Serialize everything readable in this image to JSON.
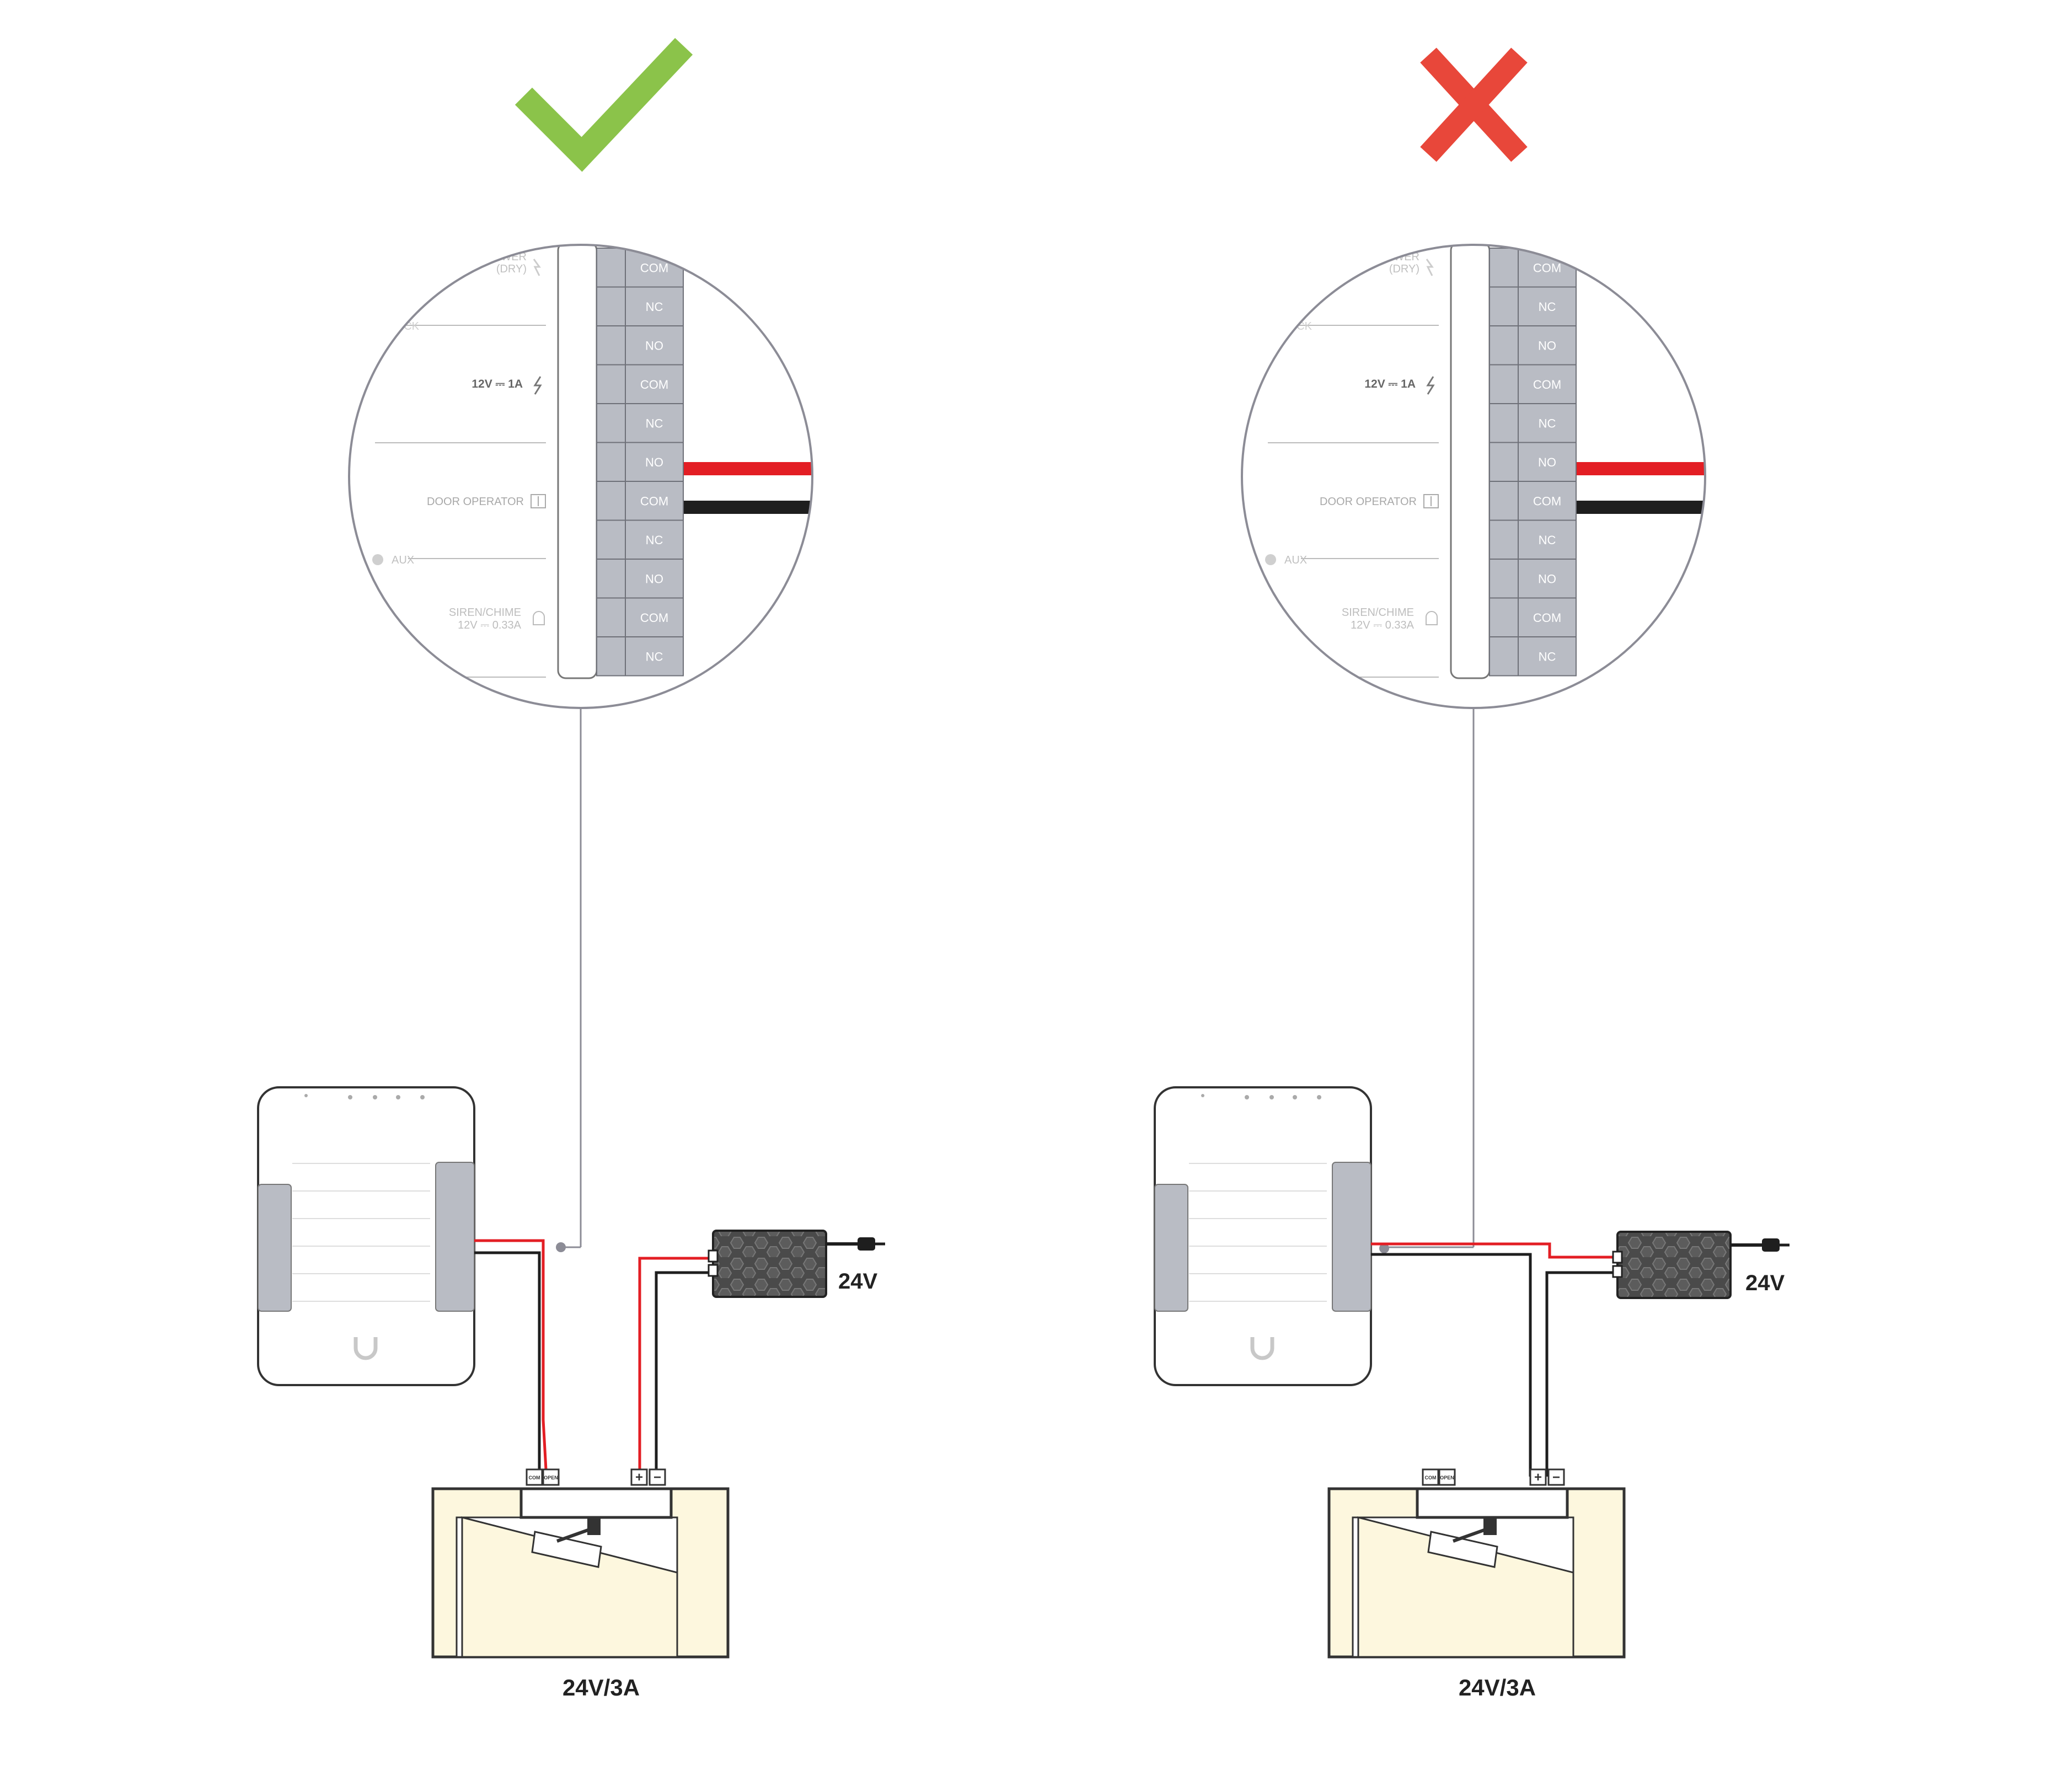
{
  "panels": [
    {
      "id": "correct",
      "verdict": "check",
      "zoom_labels": {
        "power_dry": "POWER\n(DRY)",
        "lock": "LOCK",
        "rating": "12V ⎓ 1A",
        "door_operator": "DOOR OPERATOR",
        "aux": "AUX",
        "siren": "SIREN/CHIME",
        "siren_rating": "12V ⎓ 0.33A"
      },
      "terminals": [
        "COM",
        "NC",
        "NO",
        "COM",
        "NC",
        "NO",
        "COM",
        "NC",
        "NO",
        "COM",
        "NC"
      ],
      "operator_terminals": [
        "COM",
        "OPEN",
        "+",
        "−"
      ],
      "psu_label": "24V",
      "bottom_label": "24V/3A"
    },
    {
      "id": "incorrect",
      "verdict": "cross",
      "zoom_labels": {
        "power_dry": "POWER\n(DRY)",
        "lock": "LOCK",
        "rating": "12V ⎓ 1A",
        "door_operator": "DOOR OPERATOR",
        "aux": "AUX",
        "siren": "SIREN/CHIME",
        "siren_rating": "12V ⎓ 0.33A"
      },
      "terminals": [
        "COM",
        "NC",
        "NO",
        "COM",
        "NC",
        "NO",
        "COM",
        "NC",
        "NO",
        "COM",
        "NC"
      ],
      "operator_terminals": [
        "COM",
        "OPEN",
        "+",
        "−"
      ],
      "psu_label": "24V",
      "bottom_label": "24V/3A"
    }
  ],
  "colors": {
    "check": "#8bc34a",
    "cross": "#e8473a",
    "wire_red": "#e31e24",
    "wire_black": "#1e1e1e",
    "terminal_fill": "#b9bcc4",
    "door_frame_fill": "#fdf7de",
    "psu_fill": "#4a4a4a"
  }
}
